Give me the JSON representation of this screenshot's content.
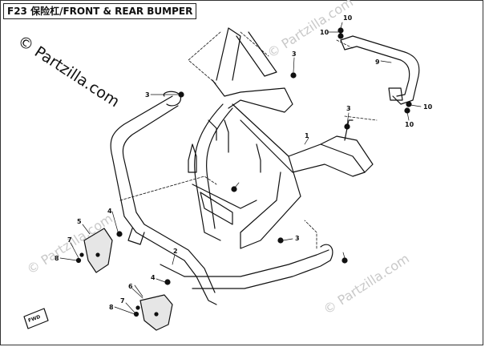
{
  "diagram": {
    "title": "F23 保险杠/FRONT & REAR BUMPER",
    "watermark_main": "© Partzilla.com",
    "watermark_faint": "© Partzilla.com",
    "badge": "FWD",
    "callouts": [
      "1",
      "2",
      "3",
      "3",
      "3",
      "3",
      "4",
      "4",
      "5",
      "6",
      "7",
      "7",
      "8",
      "8",
      "9",
      "10",
      "10",
      "10",
      "10"
    ]
  }
}
